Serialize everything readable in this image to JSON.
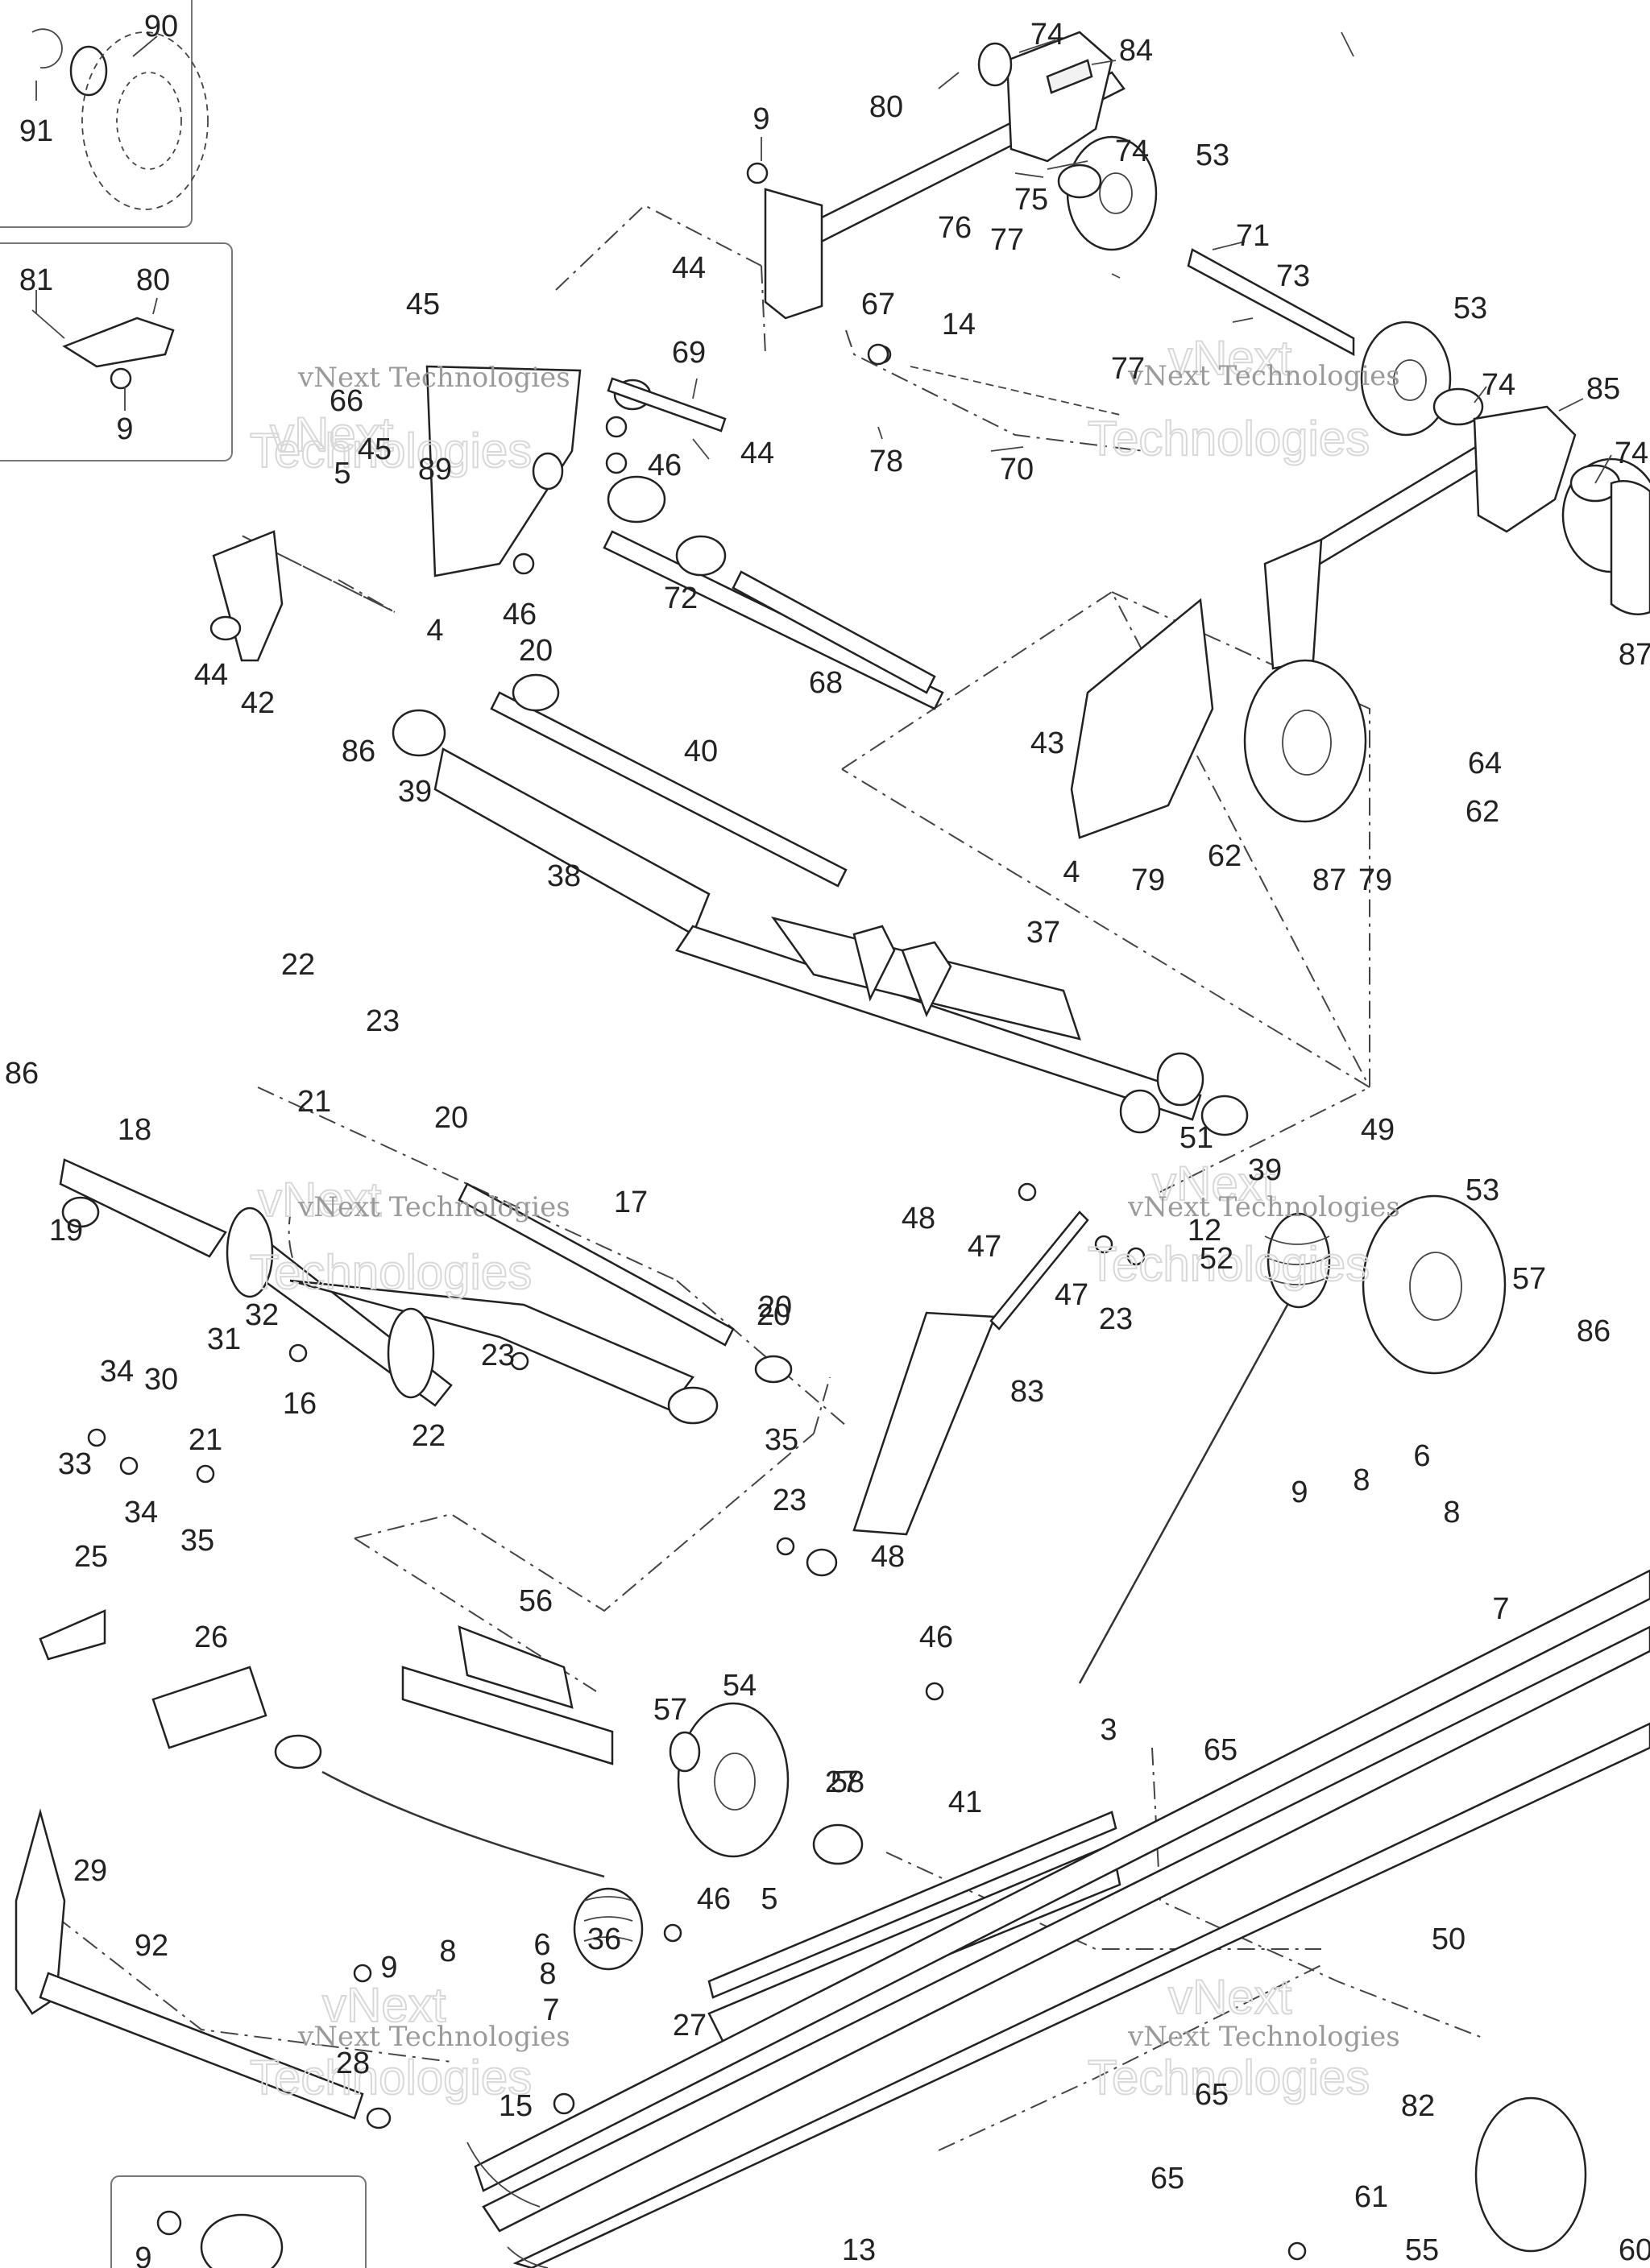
{
  "watermark": {
    "line1": "vNext Technologies",
    "outline1": "vNext",
    "outline2": "Technologies"
  },
  "labels": [
    "91",
    "90",
    "81",
    "80",
    "9",
    "74",
    "84",
    "80",
    "9",
    "53",
    "74",
    "75",
    "76",
    "77",
    "71",
    "73",
    "67",
    "14",
    "44",
    "45",
    "69",
    "66",
    "89",
    "46",
    "44",
    "45",
    "5",
    "72",
    "78",
    "70",
    "77",
    "53",
    "74",
    "85",
    "74",
    "4",
    "46",
    "42",
    "44",
    "68",
    "87",
    "20",
    "40",
    "43",
    "86",
    "39",
    "38",
    "4",
    "62",
    "79",
    "64",
    "62",
    "87",
    "79",
    "37",
    "22",
    "23",
    "21",
    "20",
    "86",
    "18",
    "19",
    "20",
    "39",
    "51",
    "49",
    "17",
    "48",
    "47",
    "12",
    "52",
    "53",
    "47",
    "23",
    "20",
    "57",
    "86",
    "83",
    "32",
    "31",
    "34",
    "30",
    "23",
    "16",
    "22",
    "35",
    "33",
    "34",
    "21",
    "35",
    "23",
    "48",
    "9",
    "8",
    "6",
    "8",
    "7",
    "25",
    "26",
    "56",
    "46",
    "27",
    "57",
    "54",
    "3",
    "65",
    "58",
    "41",
    "29",
    "92",
    "36",
    "46",
    "5",
    "50",
    "9",
    "8",
    "6",
    "8",
    "7",
    "27",
    "28",
    "15",
    "65",
    "82",
    "13",
    "65",
    "61",
    "55",
    "60",
    "9"
  ]
}
